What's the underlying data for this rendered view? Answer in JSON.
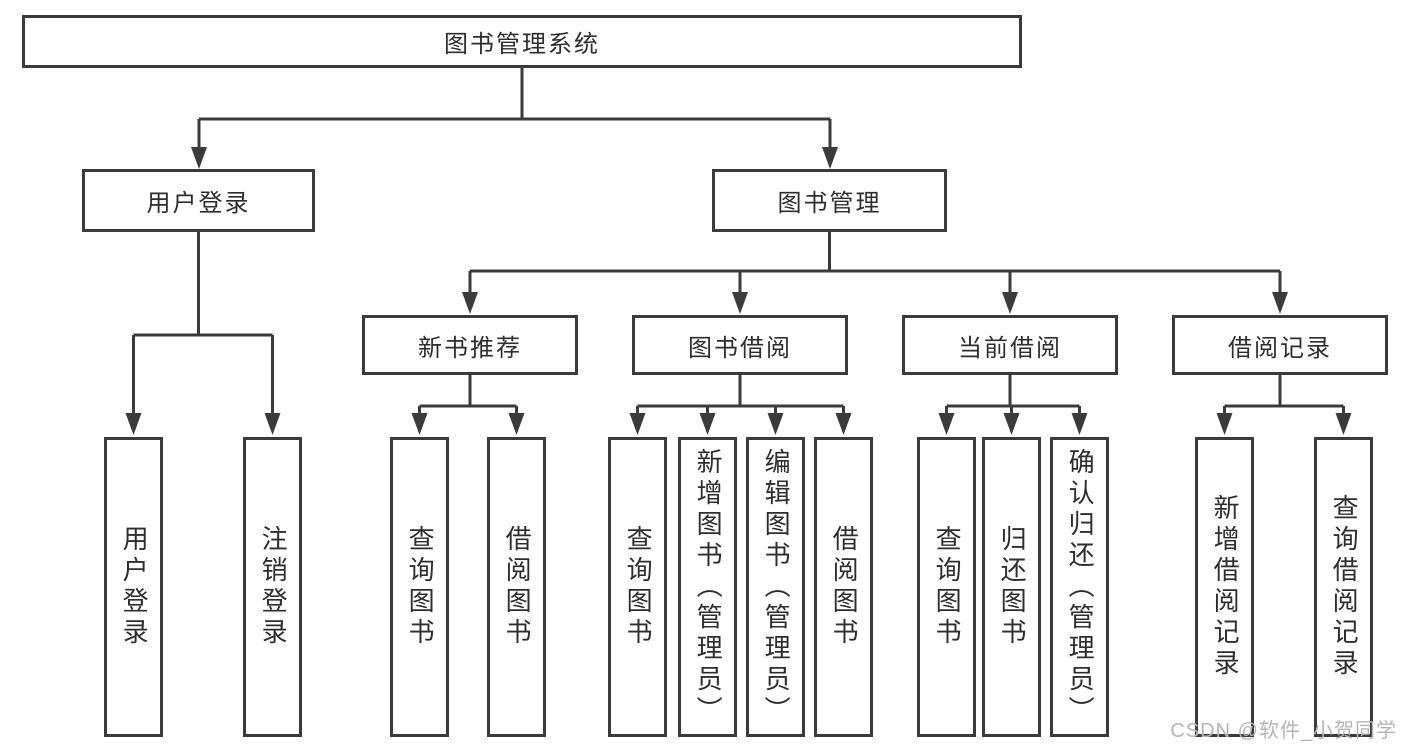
{
  "diagram_title": "图书管理系统",
  "nodes": {
    "root": "图书管理系统",
    "level2": [
      "用户登录",
      "图书管理"
    ],
    "level3": [
      "新书推荐",
      "图书借阅",
      "当前借阅",
      "借阅记录"
    ],
    "leaves_user_login": [
      "用户登录",
      "注销登录"
    ],
    "leaves_new_books": [
      "查询图书",
      "借阅图书"
    ],
    "leaves_book_borrow": [
      "查询图书",
      "新增图书（管理员）",
      "编辑图书（管理员）",
      "借阅图书"
    ],
    "leaves_current_borrow": [
      "查询图书",
      "归还图书",
      "确认归还（管理员）"
    ],
    "leaves_borrow_records": [
      "新增借阅记录",
      "查询借阅记录"
    ]
  },
  "watermark": "CSDN @软件_小贺同学",
  "colors": {
    "background": "#ffffff",
    "box_border": "#3b3b3b",
    "connector": "#3b3b3b",
    "text": "#2e2e2e",
    "watermark_text": "#b5b5b5"
  }
}
